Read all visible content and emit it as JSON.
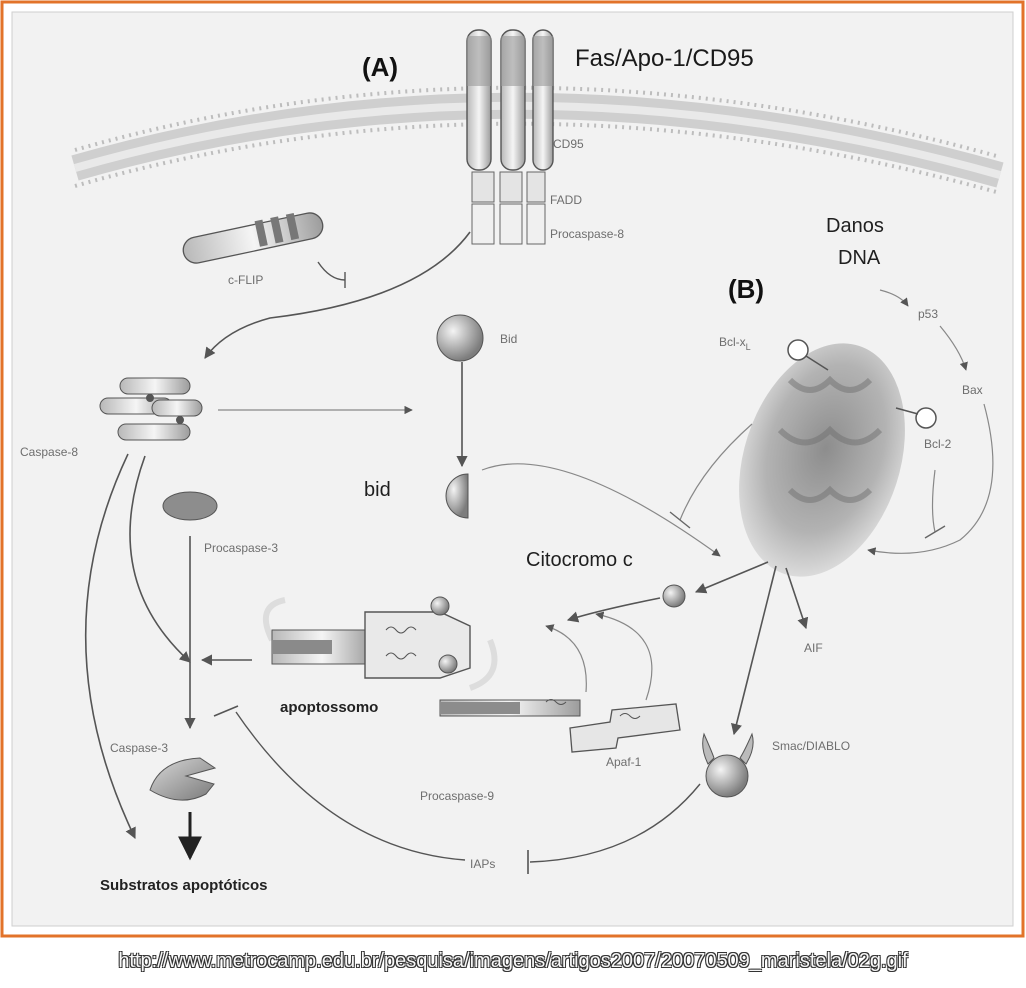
{
  "panels": {
    "a": "(A)",
    "b": "(B)"
  },
  "labels": {
    "receptor": "Fas/Apo-1/CD95",
    "cd95": "CD95",
    "fadd": "FADD",
    "procaspase8": "Procaspase-8",
    "cflip": "c-FLIP",
    "caspase8": "Caspase-8",
    "bid": "Bid",
    "bid_lower": "bid",
    "procaspase3": "Procaspase-3",
    "caspase3": "Caspase-3",
    "citocromo": "Citocromo c",
    "apoptossomo": "apoptossomo",
    "procaspase9": "Procaspase-9",
    "apaf1": "Apaf-1",
    "substratos": "Substratos apoptóticos",
    "iaps": "IAPs",
    "smac": "Smac/DIABLO",
    "aif": "AIF",
    "danos_line1": "Danos",
    "danos_line2": "DNA",
    "p53": "p53",
    "bax": "Bax",
    "bcl2": "Bcl-2",
    "bclxl": "Bcl-x",
    "bclxl_sub": "L"
  },
  "source_url": "http://www.metrocamp.edu.br/pesquisa/imagens/artigos2007/20070509_maristela/02g.gif",
  "colors": {
    "frame": "#e2732a",
    "background": "#f2f2f2",
    "ink": "#555555"
  }
}
